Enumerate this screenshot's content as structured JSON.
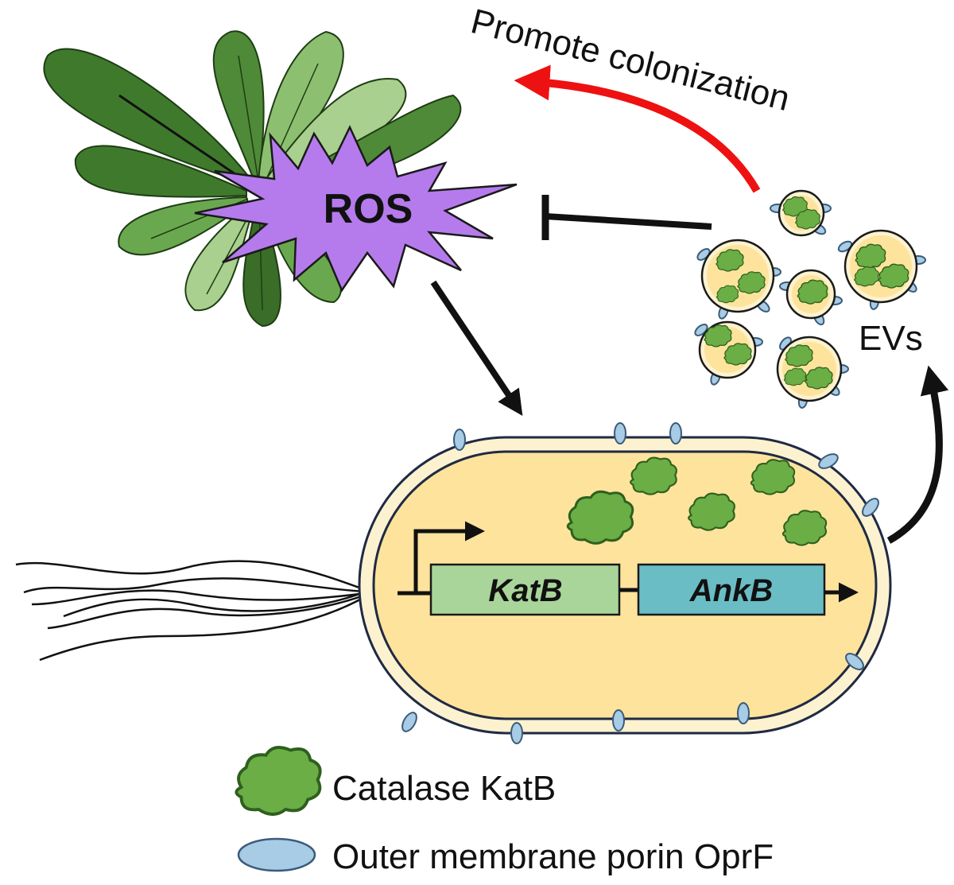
{
  "labels": {
    "promote": "Promote colonization",
    "ros": "ROS",
    "evs": "EVs",
    "gene1": "KatB",
    "gene2": "AnkB"
  },
  "legend": {
    "catalase": "Catalase KatB",
    "porin": "Outer membrane porin OprF"
  },
  "colors": {
    "leaf_dark": "#3f7a2c",
    "leaf_mid": "#6aa84f",
    "leaf_light": "#a9d08e",
    "ros_burst": "#b57bec",
    "cell_body": "#fde39c",
    "cell_envelope": "#fdf2cf",
    "catalase": "#6aae45",
    "porin": "#a8cbe6",
    "katb_box": "#a9d59a",
    "ankb_box": "#6abdc4",
    "promote_arrow": "#ee1111"
  }
}
